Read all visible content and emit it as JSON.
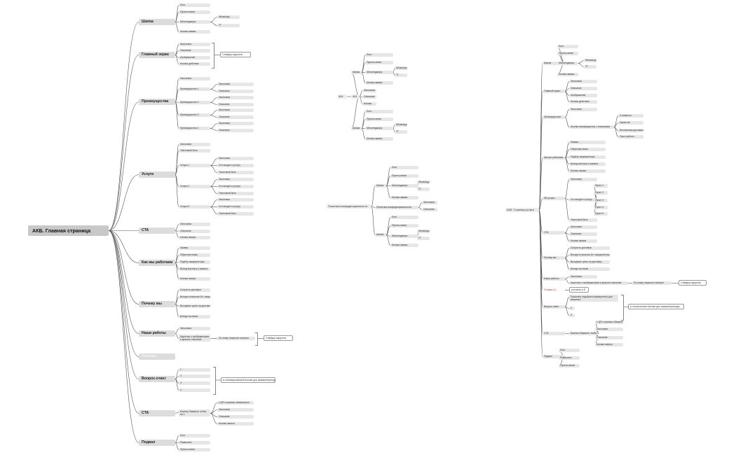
{
  "left_map": {
    "root": "АКБ. Главная страница",
    "header": {
      "label": "Шапка",
      "items": [
        "Лого",
        "Пункты меню",
        "Мессенджеры",
        "Кнопка заявки"
      ],
      "messengers": [
        "WhatsApp",
        "ТГ"
      ]
    },
    "hero": {
      "label": "Главный экран",
      "items": [
        "Заголовок",
        "Описание",
        "Изображение",
        "Кнопка действия"
      ],
      "note": "Слайдер-карусель"
    },
    "advantages": {
      "label": "Преимущества",
      "top": "Заголовок",
      "items": [
        "Преимущество 1",
        "Преимущество 2",
        "Преимущество 3",
        "Преимущество 4"
      ],
      "sub": [
        "Заголовок",
        "Описание"
      ]
    },
    "services": {
      "label": "Услуги",
      "items": [
        "Заголовок",
        "Текстовый блок",
        "Услуга 1",
        "Услуга 2",
        "Услуга 3"
      ],
      "sub": [
        "Заголовок",
        "Что входит в услугу",
        "Текстовый блок"
      ]
    },
    "cta1": {
      "label": "CTA",
      "items": [
        "Заголовок",
        "Описание",
        "Кнопка заказа"
      ]
    },
    "how": {
      "label": "Как мы работаем",
      "items": [
        "Заявка",
        "Обратная связь",
        "Подбор аккумулятора",
        "Выезд мастера и замена",
        "Кнопка заказа"
      ]
    },
    "why": {
      "label": "Почему мы",
      "items": [
        "Скорость доставки",
        "Всегда в наличии 1k+ аккумуляторов",
        "Выгодные цены на доставку",
        "Всегда на связи"
      ]
    },
    "works": {
      "label": "Наши работы",
      "items": [
        "Заголовок",
        "Карточка с изображением и краткое описание"
      ],
      "arrow": "По клику открытие галереи",
      "note": "Слайдер-карусель"
    },
    "reviews": {
      "label": "Отзывы"
    },
    "faq": {
      "label": "Вопрос-ответ",
      "items": [
        "1",
        "2",
        "3",
        "4"
      ],
      "note": "в стилизированный кнопки для заявки/переходы"
    },
    "cta2": {
      "label": "CTA",
      "item": "Баннер Нажмите чтобы на 1",
      "sub": [
        "с QR и превью обязательно",
        "Заголовок",
        "Описание",
        "Кнопка записи"
      ]
    },
    "footer": {
      "label": "Подвал",
      "items": [
        "Лого",
        "Реквизиты",
        "Пункты меню"
      ]
    }
  },
  "mid_top": {
    "root": "404",
    "hub": "404",
    "a_label": "Шапка",
    "a_items": [
      "Лого",
      "Пункты меню",
      "Мессенджеры",
      "Кнопка заявки"
    ],
    "messengers": [
      "WhatsApp",
      "ТГ"
    ],
    "middle": [
      "Заголовок",
      "Описание",
      "Кнопка"
    ],
    "b_label": "Шапка",
    "b_items": [
      "Лого",
      "Пункты меню",
      "Мессенджеры",
      "Кнопка заявки"
    ]
  },
  "mid_bottom": {
    "root": "Политика конфиденциальности",
    "a_label": "Шапка",
    "a_items": [
      "Лого",
      "Пункты меню",
      "Мессенджеры",
      "Кнопка заявки"
    ],
    "messengers": [
      "WhatsApp",
      "ТГ"
    ],
    "policy_label": "Политика конфиденциальности",
    "policy_items": [
      "Заголовок",
      "Описание"
    ],
    "b_label": "Шапка",
    "b_items": [
      "Лого",
      "Пункты меню",
      "Мессенджеры",
      "Кнопка заявки"
    ]
  },
  "right_map": {
    "root": "АКБ. Страница услуги",
    "header": {
      "label": "Шапка",
      "items": [
        "Лого",
        "Пункты меню",
        "Мессенджеры",
        "Кнопка заявки"
      ],
      "messengers": [
        "WhatsApp",
        "ТГ"
      ]
    },
    "hero": {
      "label": "Главный экран",
      "items": [
        "Заголовок",
        "Описание",
        "Изображение",
        "Кнопка действия"
      ]
    },
    "advantages": {
      "label": "Преимущества",
      "items": [
        "Заголовок",
        "Иконки преимущества с описанием"
      ],
      "sub": [
        "Стоимость",
        "Гарантия",
        "Бесплатная доставка",
        "Опыт работы"
      ]
    },
    "how": {
      "label": "Как мы работаем",
      "items": [
        "Заявка",
        "Обратная связь",
        "Подбор аккумулятора",
        "Выезд мастера и замена",
        "Кнопка заказа"
      ]
    },
    "seo": {
      "label": "SB услуга",
      "items": [
        "Заголовок",
        "Что входит в услугу",
        "Текстовый блок"
      ],
      "points": [
        "Пункт 1",
        "Пункт 2",
        "Пункт 3",
        "Пункт 4",
        "Пункт 5"
      ]
    },
    "cta": {
      "label": "CTA",
      "items": [
        "Заголовок",
        "Описание",
        "Кнопка заказа"
      ]
    },
    "why": {
      "label": "Почему мы",
      "items": [
        "Скорость доставки",
        "Всегда в наличии 1k+ аккумуляторов",
        "Выгодные цены на доставку",
        "Всегда на связи"
      ]
    },
    "works": {
      "label": "Наши работы",
      "items": [
        "Заголовок",
        "Карточка с изображением и краткое описание"
      ],
      "arrow": "По клику открытие галереи",
      "note": "Слайдер-карусель"
    },
    "reviews": {
      "label": "Отзывы (1)",
      "note": "уточнить у Я"
    },
    "faq": {
      "label": "Вопрос-ответ",
      "items": [
        "Помогите подобрать аккумулятор для машины?",
        "2",
        "3"
      ],
      "note": "в стилистичные кнопки для заявки/переходы"
    },
    "cta2": {
      "label": "CTA",
      "item": "Баннер Нажмите чтобы 3",
      "sub": [
        "с QR и превью обязательно",
        "Заголовок",
        "Описание",
        "Кнопка записи"
      ]
    },
    "footer": {
      "label": "Подвал",
      "items": [
        "Лого",
        "Реквизиты",
        "Пункты меню"
      ]
    }
  }
}
